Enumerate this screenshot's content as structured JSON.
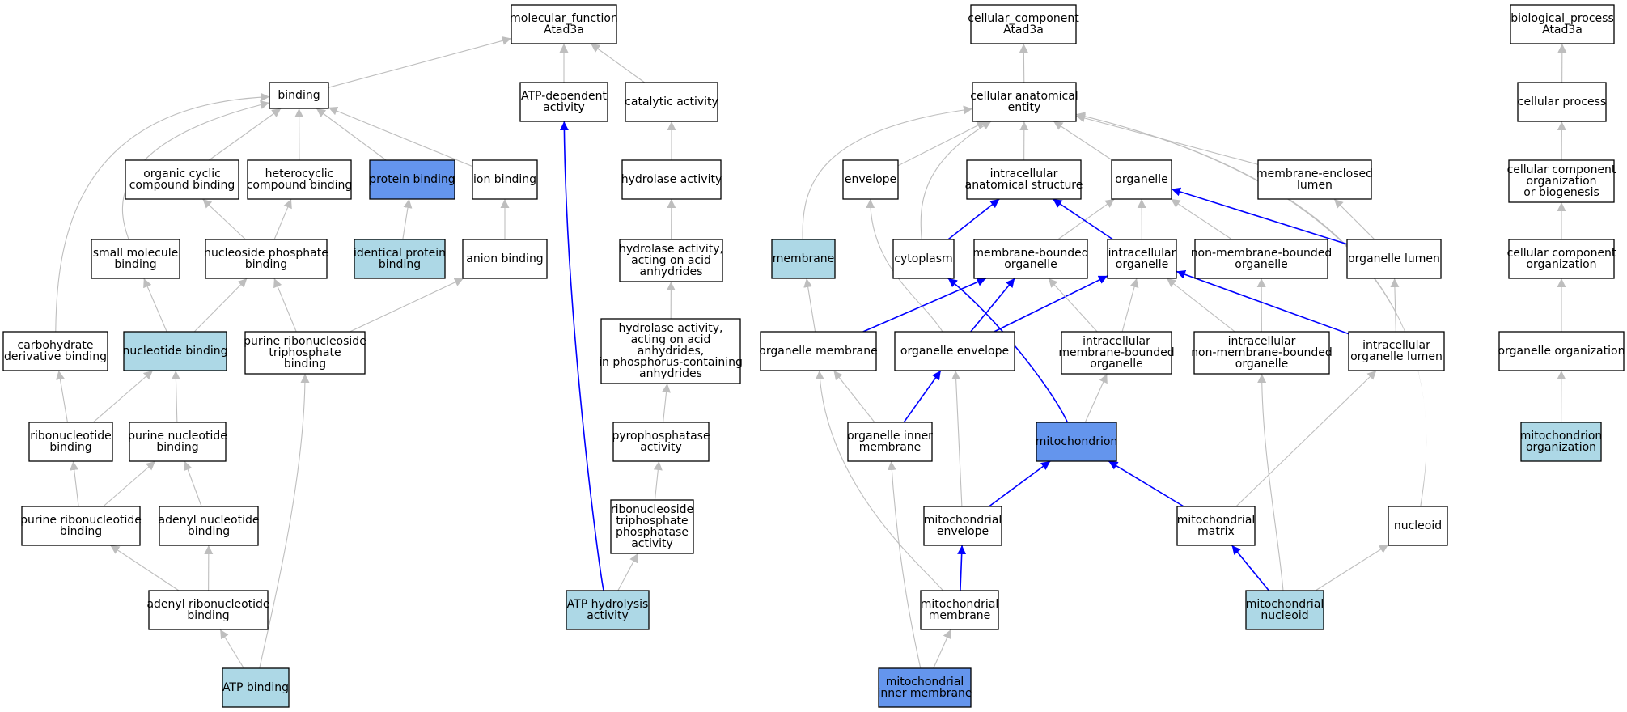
{
  "colors": {
    "blue_edge": "#0000ff",
    "grey_edge": "#bebebe",
    "highlight_dark": "#6495ed",
    "highlight_light": "#add8e6",
    "plain": "#ffffff"
  },
  "nodes": [
    {
      "id": "mf",
      "lines": [
        "molecular_function",
        "Atad3a"
      ],
      "style": "plain"
    },
    {
      "id": "binding",
      "lines": [
        "binding"
      ],
      "style": "plain"
    },
    {
      "id": "atpdep",
      "lines": [
        "ATP-dependent",
        "activity"
      ],
      "style": "plain"
    },
    {
      "id": "catalytic",
      "lines": [
        "catalytic activity"
      ],
      "style": "plain"
    },
    {
      "id": "organiccyclic",
      "lines": [
        "organic cyclic",
        "compound binding"
      ],
      "style": "plain"
    },
    {
      "id": "heterocyclic",
      "lines": [
        "heterocyclic",
        "compound binding"
      ],
      "style": "plain"
    },
    {
      "id": "protein",
      "lines": [
        "protein binding"
      ],
      "style": "dark"
    },
    {
      "id": "ion",
      "lines": [
        "ion binding"
      ],
      "style": "plain"
    },
    {
      "id": "hydrolase",
      "lines": [
        "hydrolase activity"
      ],
      "style": "plain"
    },
    {
      "id": "smallmol",
      "lines": [
        "small molecule",
        "binding"
      ],
      "style": "plain"
    },
    {
      "id": "nucphos",
      "lines": [
        "nucleoside phosphate",
        "binding"
      ],
      "style": "plain"
    },
    {
      "id": "identical",
      "lines": [
        "identical protein",
        "binding"
      ],
      "style": "light"
    },
    {
      "id": "anion",
      "lines": [
        "anion binding"
      ],
      "style": "plain"
    },
    {
      "id": "hydacid",
      "lines": [
        "hydrolase activity,",
        "acting on acid",
        "anhydrides"
      ],
      "style": "plain"
    },
    {
      "id": "carbo",
      "lines": [
        "carbohydrate",
        "derivative binding"
      ],
      "style": "plain"
    },
    {
      "id": "nucleotide",
      "lines": [
        "nucleotide binding"
      ],
      "style": "light"
    },
    {
      "id": "purtri",
      "lines": [
        "purine ribonucleoside",
        "triphosphate",
        "binding"
      ],
      "style": "plain"
    },
    {
      "id": "hydphos",
      "lines": [
        "hydrolase activity,",
        "acting on acid",
        "anhydrides,",
        "in phosphorus-containing",
        "anhydrides"
      ],
      "style": "plain"
    },
    {
      "id": "ribonuc",
      "lines": [
        "ribonucleotide",
        "binding"
      ],
      "style": "plain"
    },
    {
      "id": "purnuc",
      "lines": [
        "purine nucleotide",
        "binding"
      ],
      "style": "plain"
    },
    {
      "id": "pyro",
      "lines": [
        "pyrophosphatase",
        "activity"
      ],
      "style": "plain"
    },
    {
      "id": "purribonuc",
      "lines": [
        "purine ribonucleotide",
        "binding"
      ],
      "style": "plain"
    },
    {
      "id": "adenylnuc",
      "lines": [
        "adenyl nucleotide",
        "binding"
      ],
      "style": "plain"
    },
    {
      "id": "ribotri",
      "lines": [
        "ribonucleoside",
        "triphosphate",
        "phosphatase",
        "activity"
      ],
      "style": "plain"
    },
    {
      "id": "adenylribo",
      "lines": [
        "adenyl ribonucleotide",
        "binding"
      ],
      "style": "plain"
    },
    {
      "id": "atphyd",
      "lines": [
        "ATP hydrolysis",
        "activity"
      ],
      "style": "light"
    },
    {
      "id": "atpbind",
      "lines": [
        "ATP binding"
      ],
      "style": "light"
    },
    {
      "id": "cc",
      "lines": [
        "cellular_component",
        "Atad3a"
      ],
      "style": "plain"
    },
    {
      "id": "cae",
      "lines": [
        "cellular anatomical",
        "entity"
      ],
      "style": "plain"
    },
    {
      "id": "envelope",
      "lines": [
        "envelope"
      ],
      "style": "plain"
    },
    {
      "id": "ias",
      "lines": [
        "intracellular",
        "anatomical structure"
      ],
      "style": "plain"
    },
    {
      "id": "organelle",
      "lines": [
        "organelle"
      ],
      "style": "plain"
    },
    {
      "id": "mel",
      "lines": [
        "membrane-enclosed",
        "lumen"
      ],
      "style": "plain"
    },
    {
      "id": "membrane",
      "lines": [
        "membrane"
      ],
      "style": "light"
    },
    {
      "id": "cytoplasm",
      "lines": [
        "cytoplasm"
      ],
      "style": "plain"
    },
    {
      "id": "mbo",
      "lines": [
        "membrane-bounded",
        "organelle"
      ],
      "style": "plain"
    },
    {
      "id": "intraorg",
      "lines": [
        "intracellular",
        "organelle"
      ],
      "style": "plain"
    },
    {
      "id": "nmbo",
      "lines": [
        "non-membrane-bounded",
        "organelle"
      ],
      "style": "plain"
    },
    {
      "id": "orglumen",
      "lines": [
        "organelle lumen"
      ],
      "style": "plain"
    },
    {
      "id": "orgmem",
      "lines": [
        "organelle membrane"
      ],
      "style": "plain"
    },
    {
      "id": "orgenv",
      "lines": [
        "organelle envelope"
      ],
      "style": "plain"
    },
    {
      "id": "imbo",
      "lines": [
        "intracellular",
        "membrane-bounded",
        "organelle"
      ],
      "style": "plain"
    },
    {
      "id": "inmbo",
      "lines": [
        "intracellular",
        "non-membrane-bounded",
        "organelle"
      ],
      "style": "plain"
    },
    {
      "id": "iol",
      "lines": [
        "intracellular",
        "organelle lumen"
      ],
      "style": "plain"
    },
    {
      "id": "oim",
      "lines": [
        "organelle inner",
        "membrane"
      ],
      "style": "plain"
    },
    {
      "id": "mito",
      "lines": [
        "mitochondrion"
      ],
      "style": "dark"
    },
    {
      "id": "mitoenv",
      "lines": [
        "mitochondrial",
        "envelope"
      ],
      "style": "plain"
    },
    {
      "id": "mitomatrix",
      "lines": [
        "mitochondrial",
        "matrix"
      ],
      "style": "plain"
    },
    {
      "id": "nucleoid",
      "lines": [
        "nucleoid"
      ],
      "style": "plain"
    },
    {
      "id": "mitomem",
      "lines": [
        "mitochondrial",
        "membrane"
      ],
      "style": "plain"
    },
    {
      "id": "mitonucleoid",
      "lines": [
        "mitochondrial",
        "nucleoid"
      ],
      "style": "light"
    },
    {
      "id": "mim",
      "lines": [
        "mitochondrial",
        "inner membrane"
      ],
      "style": "dark"
    },
    {
      "id": "bp",
      "lines": [
        "biological_process",
        "Atad3a"
      ],
      "style": "plain"
    },
    {
      "id": "cellproc",
      "lines": [
        "cellular process"
      ],
      "style": "plain"
    },
    {
      "id": "ccob",
      "lines": [
        "cellular component",
        "organization",
        "or biogenesis"
      ],
      "style": "plain"
    },
    {
      "id": "cco",
      "lines": [
        "cellular component",
        "organization"
      ],
      "style": "plain"
    },
    {
      "id": "orgorg",
      "lines": [
        "organelle organization"
      ],
      "style": "plain"
    },
    {
      "id": "mitoorg",
      "lines": [
        "mitochondrion",
        "organization"
      ],
      "style": "light"
    }
  ],
  "edges": [
    {
      "from": "binding",
      "to": "mf",
      "color": "grey"
    },
    {
      "from": "atpdep",
      "to": "mf",
      "color": "grey"
    },
    {
      "from": "catalytic",
      "to": "mf",
      "color": "grey"
    },
    {
      "from": "organiccyclic",
      "to": "binding",
      "color": "grey"
    },
    {
      "from": "heterocyclic",
      "to": "binding",
      "color": "grey"
    },
    {
      "from": "protein",
      "to": "binding",
      "color": "grey"
    },
    {
      "from": "ion",
      "to": "binding",
      "color": "grey"
    },
    {
      "from": "smallmol",
      "to": "binding",
      "color": "grey"
    },
    {
      "from": "carbo",
      "to": "binding",
      "color": "grey"
    },
    {
      "from": "nucphos",
      "to": "organiccyclic",
      "color": "grey"
    },
    {
      "from": "nucphos",
      "to": "heterocyclic",
      "color": "grey"
    },
    {
      "from": "identical",
      "to": "protein",
      "color": "grey"
    },
    {
      "from": "anion",
      "to": "ion",
      "color": "grey"
    },
    {
      "from": "nucleotide",
      "to": "smallmol",
      "color": "grey"
    },
    {
      "from": "nucleotide",
      "to": "nucphos",
      "color": "grey"
    },
    {
      "from": "purtri",
      "to": "nucphos",
      "color": "grey"
    },
    {
      "from": "purtri",
      "to": "anion",
      "color": "grey"
    },
    {
      "from": "ribonuc",
      "to": "carbo",
      "color": "grey"
    },
    {
      "from": "ribonuc",
      "to": "nucleotide",
      "color": "grey"
    },
    {
      "from": "purnuc",
      "to": "nucleotide",
      "color": "grey"
    },
    {
      "from": "purribonuc",
      "to": "ribonuc",
      "color": "grey"
    },
    {
      "from": "purribonuc",
      "to": "purnuc",
      "color": "grey"
    },
    {
      "from": "adenylnuc",
      "to": "purnuc",
      "color": "grey"
    },
    {
      "from": "adenylribo",
      "to": "purribonuc",
      "color": "grey"
    },
    {
      "from": "adenylribo",
      "to": "adenylnuc",
      "color": "grey"
    },
    {
      "from": "atpbind",
      "to": "adenylribo",
      "color": "grey"
    },
    {
      "from": "atpbind",
      "to": "purtri",
      "color": "grey"
    },
    {
      "from": "hydrolase",
      "to": "catalytic",
      "color": "grey"
    },
    {
      "from": "hydacid",
      "to": "hydrolase",
      "color": "grey"
    },
    {
      "from": "hydphos",
      "to": "hydacid",
      "color": "grey"
    },
    {
      "from": "pyro",
      "to": "hydphos",
      "color": "grey"
    },
    {
      "from": "ribotri",
      "to": "pyro",
      "color": "grey"
    },
    {
      "from": "atphyd",
      "to": "ribotri",
      "color": "grey"
    },
    {
      "from": "atphyd",
      "to": "atpdep",
      "color": "blue"
    },
    {
      "from": "cae",
      "to": "cc",
      "color": "grey"
    },
    {
      "from": "membrane",
      "to": "cae",
      "color": "grey"
    },
    {
      "from": "envelope",
      "to": "cae",
      "color": "grey"
    },
    {
      "from": "cytoplasm",
      "to": "cae",
      "color": "grey"
    },
    {
      "from": "ias",
      "to": "cae",
      "color": "grey"
    },
    {
      "from": "organelle",
      "to": "cae",
      "color": "grey"
    },
    {
      "from": "mel",
      "to": "cae",
      "color": "grey"
    },
    {
      "from": "nucleoid",
      "to": "cae",
      "color": "grey"
    },
    {
      "from": "cytoplasm",
      "to": "ias",
      "color": "blue"
    },
    {
      "from": "mbo",
      "to": "organelle",
      "color": "grey"
    },
    {
      "from": "intraorg",
      "to": "organelle",
      "color": "grey"
    },
    {
      "from": "nmbo",
      "to": "organelle",
      "color": "grey"
    },
    {
      "from": "intraorg",
      "to": "ias",
      "color": "blue"
    },
    {
      "from": "orglumen",
      "to": "organelle",
      "color": "blue"
    },
    {
      "from": "orglumen",
      "to": "mel",
      "color": "grey"
    },
    {
      "from": "orgmem",
      "to": "membrane",
      "color": "grey"
    },
    {
      "from": "orgmem",
      "to": "mbo",
      "color": "blue"
    },
    {
      "from": "orgenv",
      "to": "envelope",
      "color": "grey"
    },
    {
      "from": "orgenv",
      "to": "mbo",
      "color": "blue"
    },
    {
      "from": "orgenv",
      "to": "intraorg",
      "color": "blue"
    },
    {
      "from": "imbo",
      "to": "mbo",
      "color": "grey"
    },
    {
      "from": "imbo",
      "to": "intraorg",
      "color": "grey"
    },
    {
      "from": "inmbo",
      "to": "intraorg",
      "color": "grey"
    },
    {
      "from": "inmbo",
      "to": "nmbo",
      "color": "grey"
    },
    {
      "from": "iol",
      "to": "intraorg",
      "color": "blue"
    },
    {
      "from": "iol",
      "to": "orglumen",
      "color": "grey"
    },
    {
      "from": "oim",
      "to": "orgmem",
      "color": "grey"
    },
    {
      "from": "oim",
      "to": "orgenv",
      "color": "blue"
    },
    {
      "from": "mito",
      "to": "imbo",
      "color": "grey"
    },
    {
      "from": "mito",
      "to": "cytoplasm",
      "color": "blue"
    },
    {
      "from": "mitoenv",
      "to": "orgenv",
      "color": "grey"
    },
    {
      "from": "mitoenv",
      "to": "mito",
      "color": "blue"
    },
    {
      "from": "mitomatrix",
      "to": "mito",
      "color": "blue"
    },
    {
      "from": "mitomatrix",
      "to": "iol",
      "color": "grey"
    },
    {
      "from": "mitomem",
      "to": "mitoenv",
      "color": "blue"
    },
    {
      "from": "mitomem",
      "to": "orgmem",
      "color": "grey"
    },
    {
      "from": "mitonucleoid",
      "to": "mitomatrix",
      "color": "blue"
    },
    {
      "from": "mitonucleoid",
      "to": "nucleoid",
      "color": "grey"
    },
    {
      "from": "mitonucleoid",
      "to": "inmbo",
      "color": "grey"
    },
    {
      "from": "mim",
      "to": "mitomem",
      "color": "grey"
    },
    {
      "from": "mim",
      "to": "oim",
      "color": "grey"
    },
    {
      "from": "cellproc",
      "to": "bp",
      "color": "grey"
    },
    {
      "from": "ccob",
      "to": "cellproc",
      "color": "grey"
    },
    {
      "from": "cco",
      "to": "ccob",
      "color": "grey"
    },
    {
      "from": "orgorg",
      "to": "cco",
      "color": "grey"
    },
    {
      "from": "mitoorg",
      "to": "orgorg",
      "color": "grey"
    }
  ]
}
